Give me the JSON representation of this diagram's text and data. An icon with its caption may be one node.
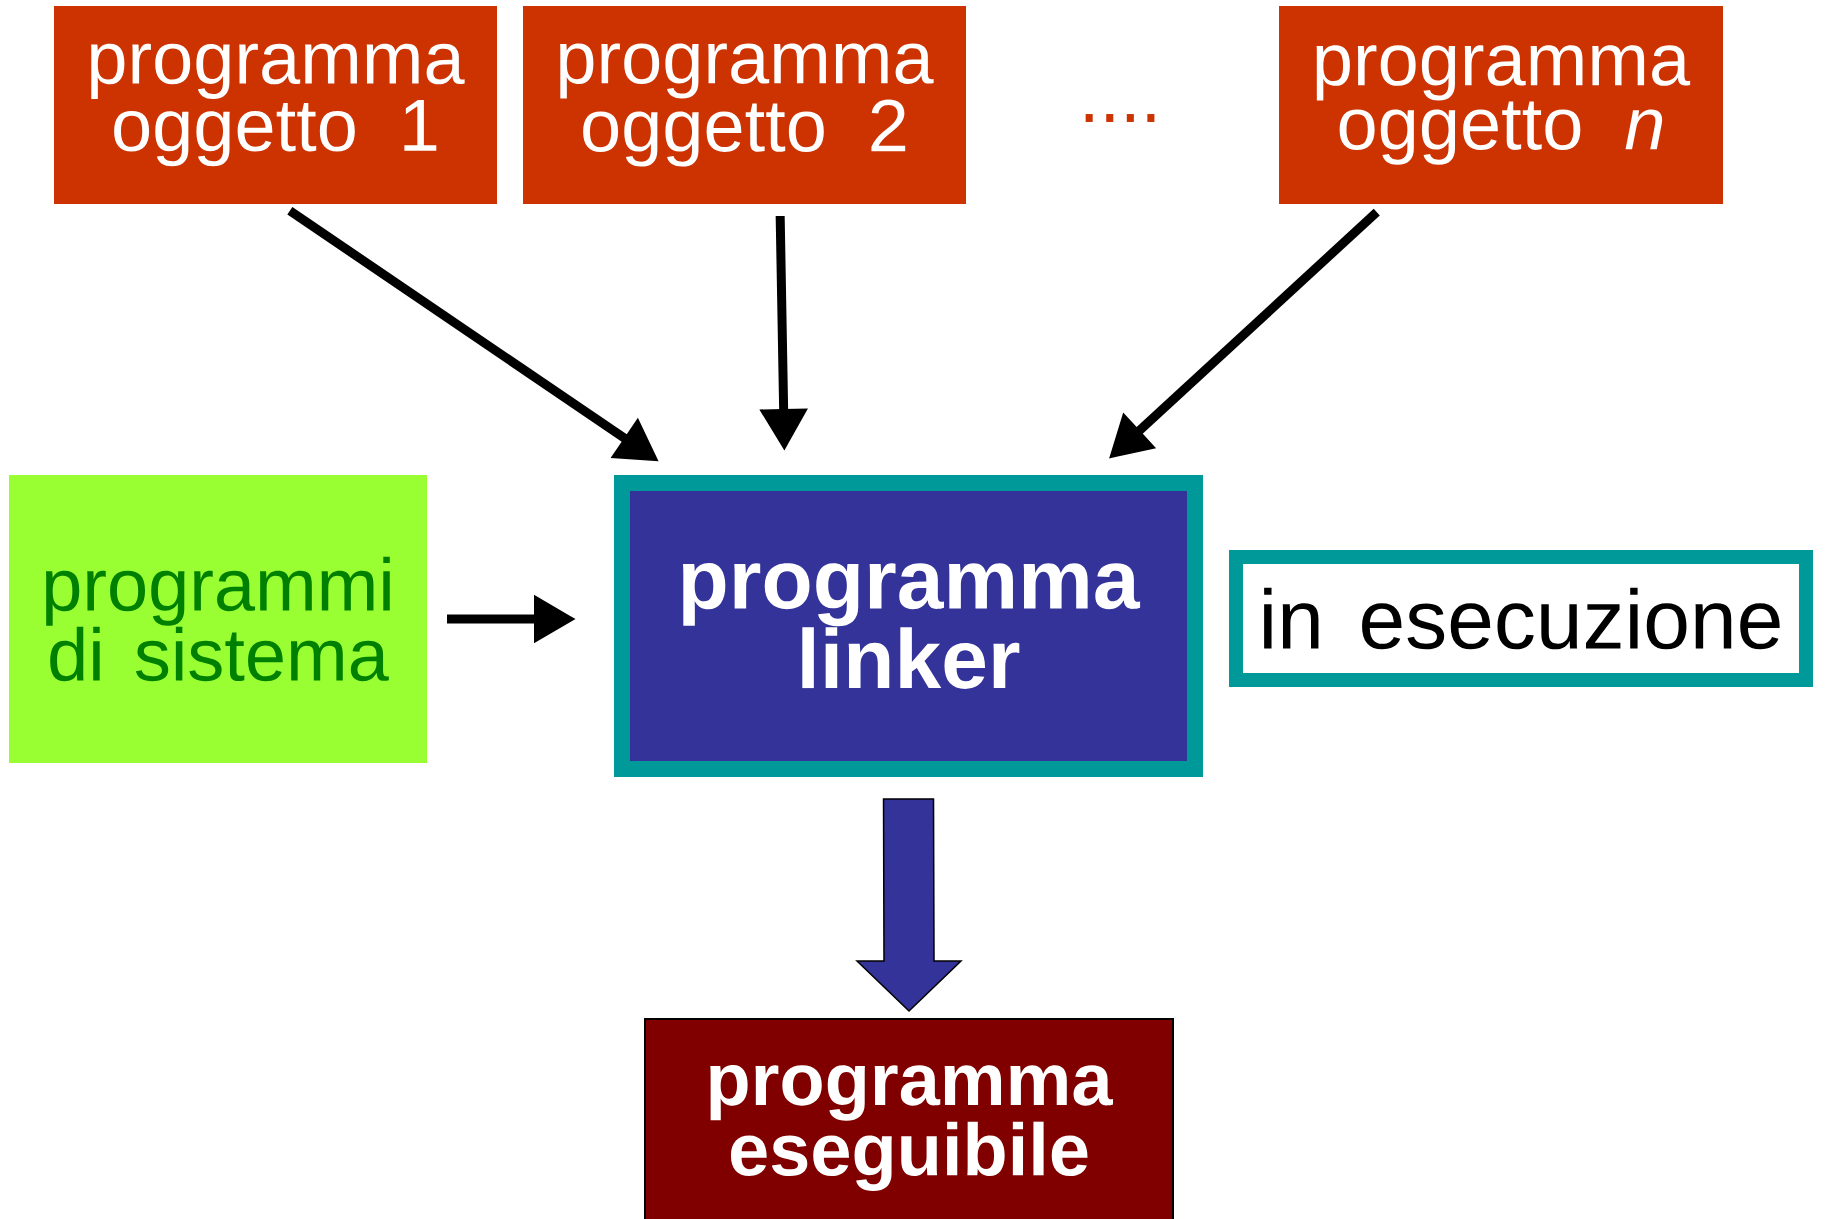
{
  "diagram": {
    "nodes": [
      {
        "text": [
          "programma oggetto 1"
        ]
      },
      {
        "text": [
          "programma oggetto 2"
        ]
      },
      {
        "text": [
          "programma oggetto *n*"
        ]
      },
      {
        "text": [
          "programmi di sistema"
        ]
      },
      {
        "text": [
          "programma linker"
        ]
      },
      {
        "text": [
          "in esecuzione"
        ]
      },
      {
        "text": [
          "programma eseguibile"
        ]
      }
    ],
    "edges": [
      {
        "from": 0,
        "to": 4,
        "arrow": "to"
      },
      {
        "from": 1,
        "to": 4,
        "arrow": "to"
      },
      {
        "from": 2,
        "to": 4,
        "arrow": "to"
      },
      {
        "from": 3,
        "to": 4,
        "arrow": "to"
      },
      {
        "from": 4,
        "to": 6,
        "arrow": "to",
        "style": "thick",
        "color": "#333399"
      }
    ],
    "labels": [
      "...."
    ]
  }
}
